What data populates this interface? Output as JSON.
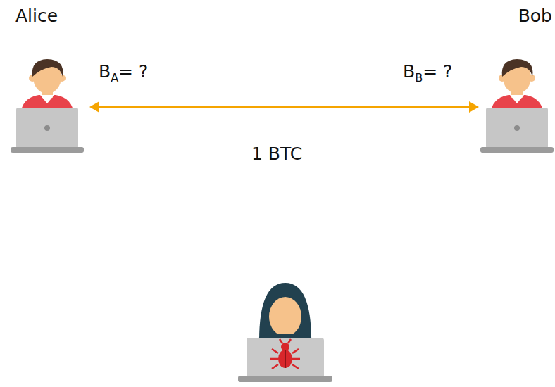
{
  "diagram": {
    "nodes": [
      {
        "text": [
          "Alice"
        ]
      },
      {
        "text": [
          "Bob"
        ]
      }
    ],
    "edges": [
      {
        "from": 0,
        "to": 1,
        "arrow": "both",
        "label": "1 BTC"
      }
    ],
    "labels": [
      "B",
      "A",
      "= ?",
      "B",
      "B",
      "= ?"
    ]
  }
}
